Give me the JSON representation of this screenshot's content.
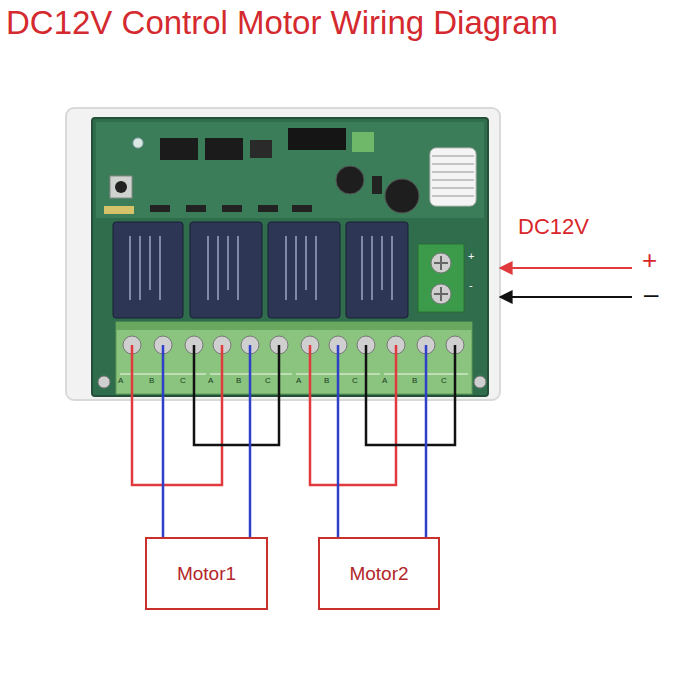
{
  "diagram": {
    "title": "DC12V Control Motor Wiring Diagram",
    "nodes": [
      {
        "text": [
          "Motor1"
        ]
      },
      {
        "text": [
          "Motor2"
        ]
      }
    ],
    "edges": [],
    "labels": [
      "DC12V",
      "+",
      "–",
      "A",
      "B",
      "C",
      "A",
      "B",
      "C",
      "A",
      "B",
      "C",
      "A",
      "B",
      "C",
      "+",
      "-"
    ]
  }
}
